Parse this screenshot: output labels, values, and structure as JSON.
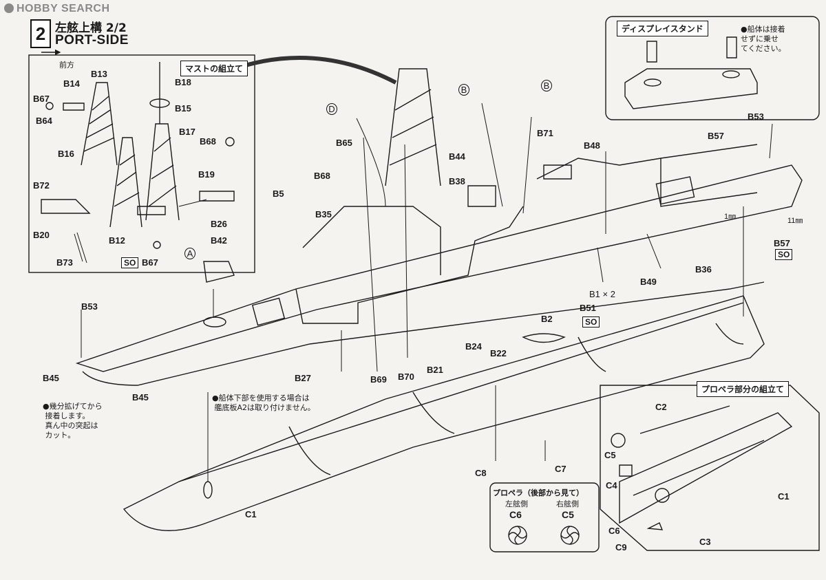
{
  "watermark": "HOBBY SEARCH",
  "header": {
    "step": "2",
    "title": "左舷上構  2/2",
    "subtitle": "PORT-SIDE"
  },
  "mast_panel": {
    "title": "マストの組立て",
    "forward": "前方"
  },
  "display_panel": {
    "title": "ディスプレイスタンド",
    "note": "●船体は接着\nせずに乗せ\nてください。"
  },
  "propeller_panel": {
    "title": "プロペラ部分の組立て"
  },
  "prop_view": {
    "title": "プロペラ（後部から見て）",
    "left_side": "左舷側",
    "right_side": "右舷側",
    "left_part": "C6",
    "right_part": "C5"
  },
  "notes": {
    "bow": "●幾分拡げてから\n 接着します。\n 真ん中の突起は\n カット。",
    "hull": "●船体下部を使用する場合は\n 艦底板A2は取り付けません。"
  },
  "dimensions": {
    "d1": "1㎜",
    "d2": "11㎜"
  },
  "multiplier": "B1 × 2",
  "so_label": "SO",
  "parts": {
    "B13": "B13",
    "B14": "B14",
    "B18": "B18",
    "B67": "B67",
    "B15": "B15",
    "B64": "B64",
    "B17": "B17",
    "B68": "B68",
    "B16": "B16",
    "B19": "B19",
    "B72": "B72",
    "B20": "B20",
    "B12": "B12",
    "B73": "B73",
    "A": "A",
    "B5": "B5",
    "B26": "B26",
    "B42": "B42",
    "B35": "B35",
    "B65": "B65",
    "D": "D",
    "B44": "B44",
    "B38": "B38",
    "B": "B",
    "B71": "B71",
    "B48": "B48",
    "B57": "B57",
    "B53": "B53",
    "B36": "B36",
    "B49": "B49",
    "B51": "B51",
    "B2": "B2",
    "B24": "B24",
    "B22": "B22",
    "B21": "B21",
    "B69": "B69",
    "B70": "B70",
    "B27": "B27",
    "B45": "B45",
    "C1": "C1",
    "C2": "C2",
    "C3": "C3",
    "C4": "C4",
    "C5": "C5",
    "C6": "C6",
    "C7": "C7",
    "C8": "C8",
    "C9": "C9"
  }
}
